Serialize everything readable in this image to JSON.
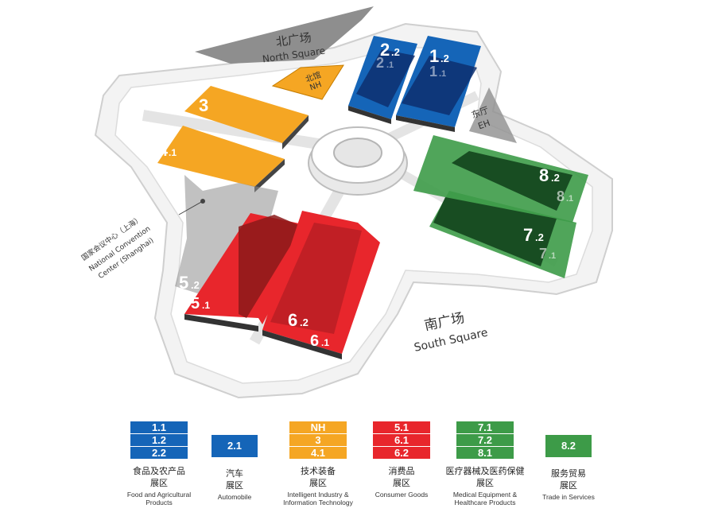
{
  "areas": {
    "north_square": {
      "zh": "北广场",
      "en": "North Square"
    },
    "south_square": {
      "zh": "南广场",
      "en": "South Square"
    },
    "north_hall": {
      "zh": "北馆",
      "en": "NH"
    },
    "east_hall": {
      "zh": "东厅",
      "en": "EH"
    },
    "ncc": {
      "zh": "国家会议中心（上海）",
      "en1": "National Convention",
      "en2": "Center (Shanghai)"
    }
  },
  "halls": {
    "h22": {
      "main": "2",
      "sub": ".2"
    },
    "h21": {
      "main": "2",
      "sub": ".1"
    },
    "h12": {
      "main": "1",
      "sub": ".2"
    },
    "h11": {
      "main": "1",
      "sub": ".1"
    },
    "h3": {
      "main": "3",
      "sub": ""
    },
    "h41": {
      "main": "4",
      "sub": ".1"
    },
    "h82": {
      "main": "8",
      "sub": ".2"
    },
    "h81": {
      "main": "8",
      "sub": ".1"
    },
    "h72": {
      "main": "7",
      "sub": ".2"
    },
    "h71": {
      "main": "7",
      "sub": ".1"
    },
    "h52": {
      "main": "5",
      "sub": ".2"
    },
    "h51": {
      "main": "5",
      "sub": ".1"
    },
    "h62": {
      "main": "6",
      "sub": ".2"
    },
    "h61": {
      "main": "6",
      "sub": ".1"
    }
  },
  "colors": {
    "blue": "#1565b8",
    "navy": "#0d2f6e",
    "orange": "#f5a623",
    "red": "#e8262c",
    "darkred": "#8b1a1a",
    "green": "#3d9b48",
    "darkgreen": "#184d22",
    "gray": "#8e8e8e"
  },
  "legend": [
    {
      "codes": [
        "1.1",
        "1.2",
        "2.2"
      ],
      "color": "blue",
      "zh": "食品及农产品",
      "zh2": "展区",
      "en": "Food and Agricultural",
      "en2": "Products"
    },
    {
      "codes": [
        "2.1"
      ],
      "color": "blue",
      "zh": "汽车",
      "zh2": "展区",
      "en": "Automobile",
      "en2": ""
    },
    {
      "codes": [
        "NH",
        "3",
        "4.1"
      ],
      "color": "orange",
      "zh": "技术装备",
      "zh2": "展区",
      "en": "Intelligent Industry &",
      "en2": "Information Technology"
    },
    {
      "codes": [
        "5.1",
        "6.1",
        "6.2"
      ],
      "color": "red",
      "zh": "消费品",
      "zh2": "展区",
      "en": "Consumer Goods",
      "en2": ""
    },
    {
      "codes": [
        "7.1",
        "7.2",
        "8.1"
      ],
      "color": "green",
      "zh": "医疗器械及医药保健",
      "zh2": "展区",
      "en": "Medical Equipment &",
      "en2": "Healthcare Products"
    },
    {
      "codes": [
        "8.2"
      ],
      "color": "green",
      "zh": "服务贸易",
      "zh2": "展区",
      "en": "Trade in Services",
      "en2": ""
    }
  ]
}
